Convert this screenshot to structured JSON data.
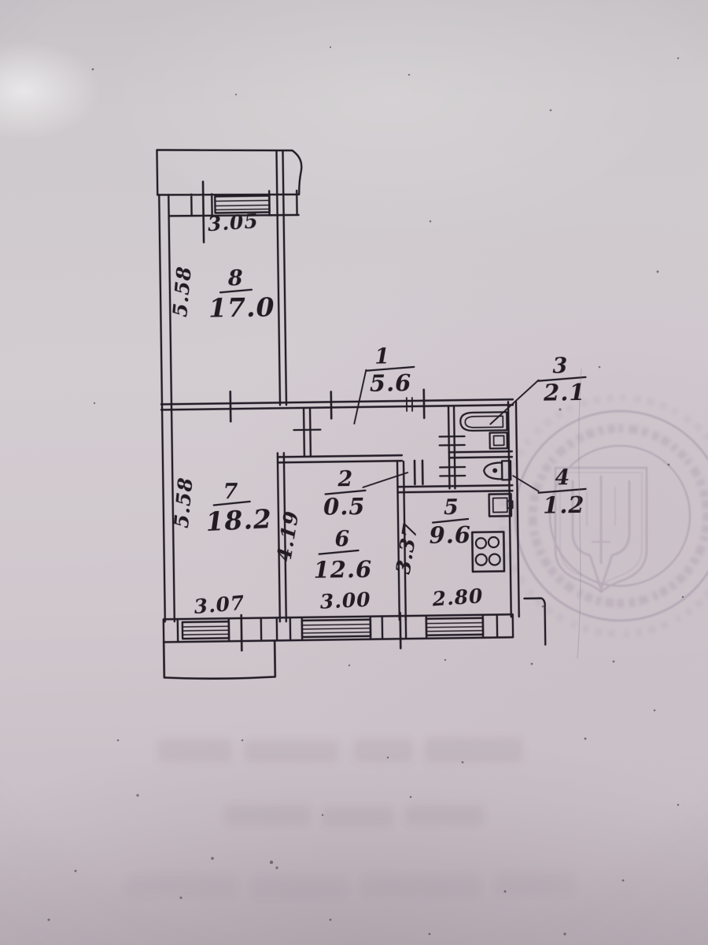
{
  "document": {
    "kind_label": "apartment floor plan (technical passport sketch)",
    "rooms": [
      {
        "number": "1",
        "area": "5.6"
      },
      {
        "number": "2",
        "area": "0.5"
      },
      {
        "number": "3",
        "area": "2.1"
      },
      {
        "number": "4",
        "area": "1.2"
      },
      {
        "number": "5",
        "area": "9.6"
      },
      {
        "number": "6",
        "area": "12.6"
      },
      {
        "number": "7",
        "area": "18.2"
      },
      {
        "number": "8",
        "area": "17.0"
      }
    ],
    "dimensions": {
      "room8_width_top": "3.05",
      "room8_height_left": "5.58",
      "room7_height_left": "5.58",
      "room6_height_left": "4.19",
      "room5_height_left": "3.37",
      "room7_width_bottom": "3.07",
      "room6_width_bottom": "3.00",
      "room5_width_bottom": "2.80"
    },
    "icons": {
      "seal": "round-seal-ukraine-trident",
      "fixtures": [
        "bathtub-icon",
        "washbasin-icon",
        "toilet-icon",
        "kitchen-sink-icon",
        "stove-icon"
      ]
    },
    "colors": {
      "ink": "#241d26",
      "paper": "#cdc5cb",
      "stamp": "#6d6080"
    }
  }
}
